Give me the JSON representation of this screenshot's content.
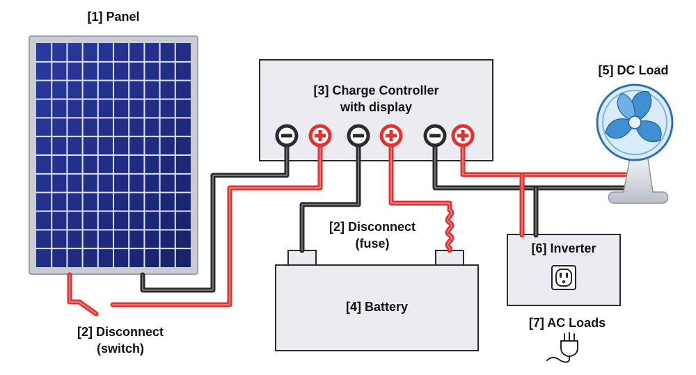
{
  "labels": {
    "panel": "[1] Panel",
    "controller_line1": "[3] Charge Controller",
    "controller_line2": "with display",
    "dc_load": "[5] DC Load",
    "fuse_line1": "[2] Disconnect",
    "fuse_line2": "(fuse)",
    "battery": "[4] Battery",
    "inverter": "[6] Inverter",
    "ac_loads": "[7] AC Loads",
    "switch_line1": "[2] Disconnect",
    "switch_line2": "(switch)"
  },
  "terminals": [
    "negative",
    "positive",
    "negative",
    "positive",
    "negative",
    "positive"
  ],
  "colors": {
    "positive_wire": "#e53030",
    "negative_wire": "#2b2b2b",
    "wire_highlight": "#ffffff",
    "panel_frame": "#c9ccd2",
    "panel_cell": "#1f2f8a",
    "panel_grid": "#dfe3f0",
    "box_fill": "#ebebf1",
    "box_stroke": "#2a2a2a",
    "fan_blue": "#3f8fd2",
    "fan_light": "#bcdcf5"
  },
  "icons": {
    "fan": "desk-fan-icon",
    "outlet": "power-outlet-icon",
    "plug": "power-plug-icon"
  }
}
